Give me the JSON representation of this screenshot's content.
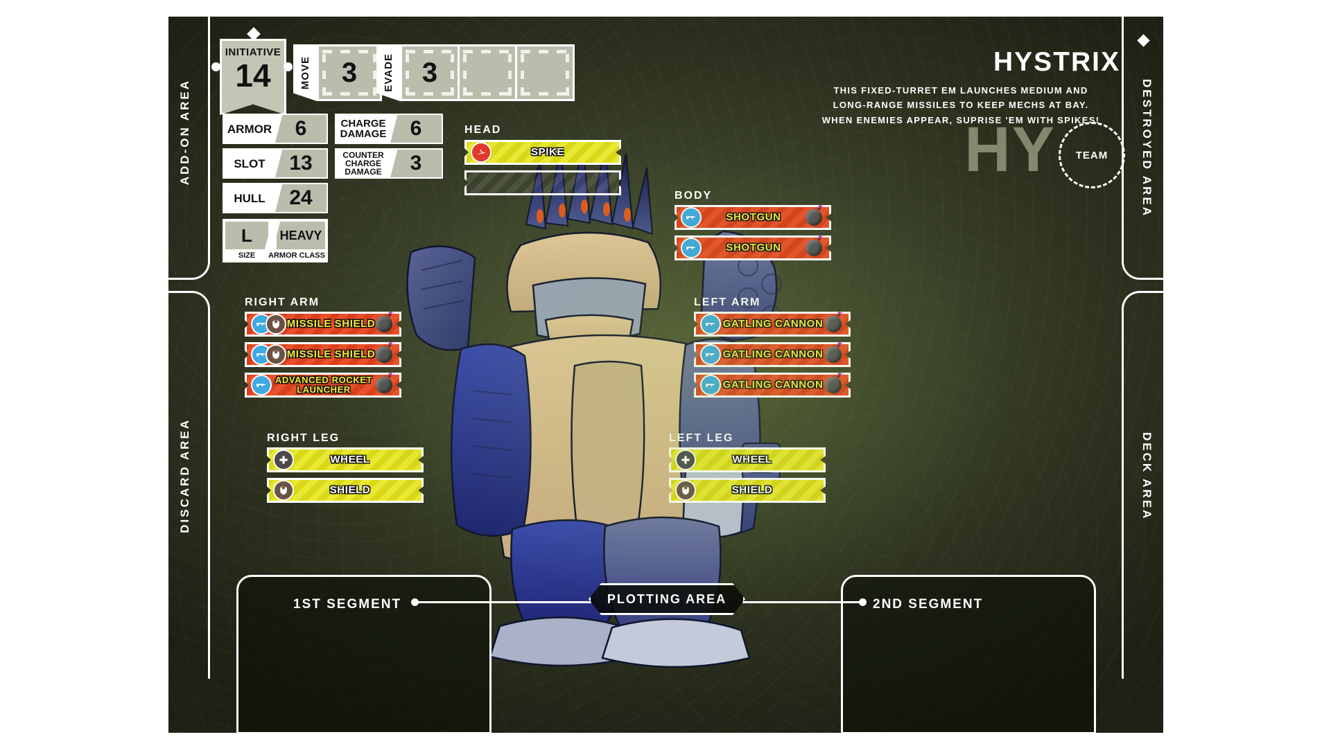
{
  "sheet": {
    "title": "HYSTRIX",
    "description": "THIS FIXED-TURRET EM LAUNCHES MEDIUM AND LONG-RANGE MISSILES TO KEEP MECHS AT BAY. WHEN ENEMIES APPEAR, SUPRISE 'EM WITH SPIKES!",
    "description_lines": [
      "THIS FIXED-TURRET EM LAUNCHES MEDIUM AND",
      "LONG-RANGE MISSILES TO KEEP MECHS AT BAY.",
      "WHEN ENEMIES APPEAR, SUPRISE 'EM WITH SPIKES!"
    ],
    "watermark": "HY",
    "team_label": "TEAM"
  },
  "colors": {
    "weapon_bar": "#e8512a",
    "equipment_bar": "#e9e832",
    "weapon_text": "#f5e93c",
    "panel": "#b9bdab",
    "frame": "#ffffff",
    "background": "#3b422a"
  },
  "stats": {
    "initiative": {
      "label": "INITIATIVE",
      "value": "14"
    },
    "move": {
      "label": "MOVE",
      "value": "3"
    },
    "evade": {
      "label": "EVADE",
      "value": "3"
    },
    "rows": [
      {
        "label": "ARMOR",
        "value": "6"
      },
      {
        "label": "SLOT",
        "value": "13"
      },
      {
        "label": "HULL",
        "value": "24"
      }
    ],
    "rows_right": [
      {
        "label": "CHARGE DAMAGE",
        "value": "6"
      },
      {
        "label": "COUNTER CHARGE DAMAGE",
        "value": "3"
      }
    ],
    "size": {
      "value": "L",
      "caption": "SIZE"
    },
    "armor_class": {
      "value": "HEAVY",
      "caption": "ARMOR CLASS"
    }
  },
  "sections": {
    "head": {
      "label": "HEAD",
      "slots": [
        {
          "name": "SPIKE",
          "type": "equipment",
          "icons": [
            "spike-icon"
          ],
          "bomb": false,
          "empty": false
        },
        {
          "name": "",
          "type": "empty",
          "icons": [],
          "bomb": false,
          "empty": true
        }
      ]
    },
    "body": {
      "label": "BODY",
      "slots": [
        {
          "name": "SHOTGUN",
          "type": "weapon",
          "icons": [
            "rifle-icon"
          ],
          "bomb": true,
          "empty": false
        },
        {
          "name": "SHOTGUN",
          "type": "weapon",
          "icons": [
            "rifle-icon"
          ],
          "bomb": true,
          "empty": false
        }
      ]
    },
    "right_arm": {
      "label": "RIGHT ARM",
      "slots": [
        {
          "name": "MISSILE SHIELD",
          "type": "weapon",
          "icons": [
            "rifle-icon",
            "shield-icon"
          ],
          "bomb": true,
          "empty": false
        },
        {
          "name": "MISSILE SHIELD",
          "type": "weapon",
          "icons": [
            "rifle-icon",
            "shield-icon"
          ],
          "bomb": true,
          "empty": false
        },
        {
          "name": "ADVANCED ROCKET LAUNCHER",
          "type": "weapon",
          "icons": [
            "rifle-icon"
          ],
          "bomb": true,
          "empty": false
        }
      ]
    },
    "left_arm": {
      "label": "LEFT ARM",
      "slots": [
        {
          "name": "GATLING CANNON",
          "type": "weapon",
          "icons": [
            "rifle-icon"
          ],
          "bomb": true,
          "empty": false
        },
        {
          "name": "GATLING CANNON",
          "type": "weapon",
          "icons": [
            "rifle-icon"
          ],
          "bomb": true,
          "empty": false
        },
        {
          "name": "GATLING CANNON",
          "type": "weapon",
          "icons": [
            "rifle-icon"
          ],
          "bomb": true,
          "empty": false
        }
      ]
    },
    "right_leg": {
      "label": "RIGHT LEG",
      "slots": [
        {
          "name": "WHEEL",
          "type": "equipment",
          "icons": [
            "plus-icon"
          ],
          "bomb": false,
          "empty": false
        },
        {
          "name": "SHIELD",
          "type": "equipment",
          "icons": [
            "shield-icon"
          ],
          "bomb": false,
          "empty": false
        }
      ]
    },
    "left_leg": {
      "label": "LEFT LEG",
      "slots": [
        {
          "name": "WHEEL",
          "type": "equipment",
          "icons": [
            "plus-icon"
          ],
          "bomb": false,
          "empty": false
        },
        {
          "name": "SHIELD",
          "type": "equipment",
          "icons": [
            "shield-icon"
          ],
          "bomb": false,
          "empty": false
        }
      ]
    }
  },
  "areas": {
    "add_on": "ADD-ON AREA",
    "discard": "DISCARD AREA",
    "destroyed": "DESTROYED AREA",
    "deck": "DECK AREA",
    "first_segment": "1ST SEGMENT",
    "second_segment": "2ND SEGMENT",
    "plotting": "PLOTTING AREA"
  }
}
